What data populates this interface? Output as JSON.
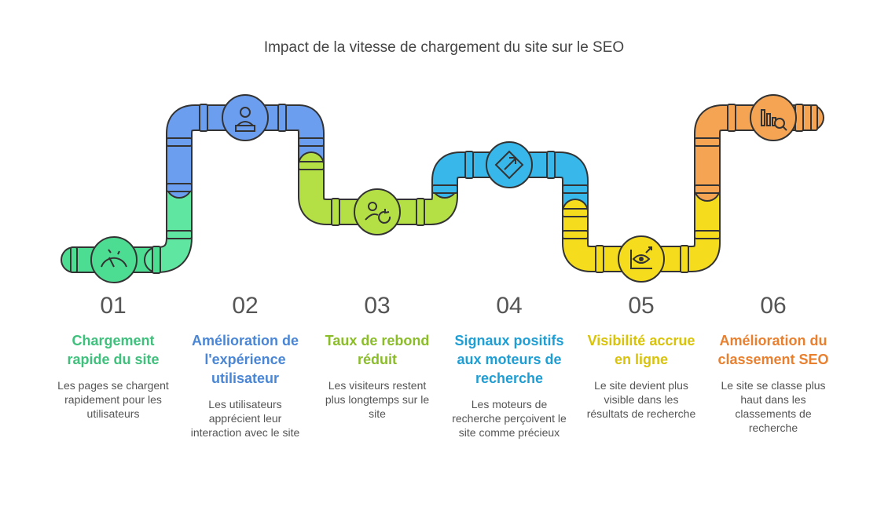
{
  "title": "Impact de la vitesse de chargement du site sur le SEO",
  "steps": [
    {
      "number": "01",
      "heading": "Chargement rapide du site",
      "description": "Les pages se chargent rapidement pour les utilisateurs",
      "color": "#3fc07c",
      "icon": "speedometer-icon"
    },
    {
      "number": "02",
      "heading": "Amélioration de l'expérience utilisateur",
      "description": "Les utilisateurs apprécient leur interaction avec le site",
      "color": "#4a86d6",
      "icon": "user-at-laptop-icon"
    },
    {
      "number": "03",
      "heading": "Taux de rebond réduit",
      "description": "Les visiteurs restent plus longtemps sur le site",
      "color": "#8bbd2a",
      "icon": "returning-user-icon"
    },
    {
      "number": "04",
      "heading": "Signaux positifs aux moteurs de recherche",
      "description": "Les moteurs de recherche perçoivent le site comme précieux",
      "color": "#1f9ed4",
      "icon": "signal-arrow-icon"
    },
    {
      "number": "05",
      "heading": "Visibilité accrue en ligne",
      "description": "Le site devient plus visible dans les résultats de recherche",
      "color": "#d9c30a",
      "icon": "eye-chart-icon"
    },
    {
      "number": "06",
      "heading": "Amélioration du classement SEO",
      "description": "Le site se classe plus haut dans les classements de recherche",
      "color": "#e8802f",
      "icon": "ranking-search-icon"
    }
  ]
}
